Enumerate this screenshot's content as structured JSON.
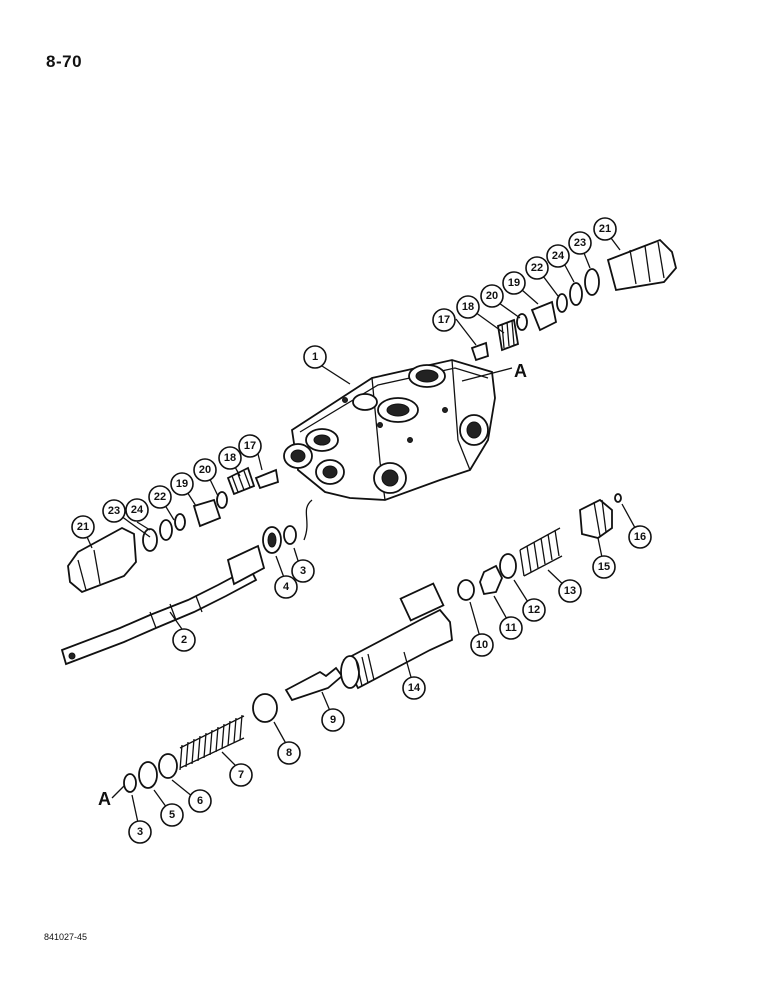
{
  "page_number": "8-70",
  "figure_code": "841027-45",
  "reference_label": "A",
  "callouts": [
    "1",
    "2",
    "3",
    "3",
    "4",
    "5",
    "6",
    "7",
    "8",
    "9",
    "10",
    "11",
    "12",
    "13",
    "14",
    "15",
    "16",
    "17",
    "17",
    "18",
    "18",
    "19",
    "19",
    "20",
    "20",
    "21",
    "21",
    "22",
    "22",
    "23",
    "23",
    "24",
    "24"
  ]
}
